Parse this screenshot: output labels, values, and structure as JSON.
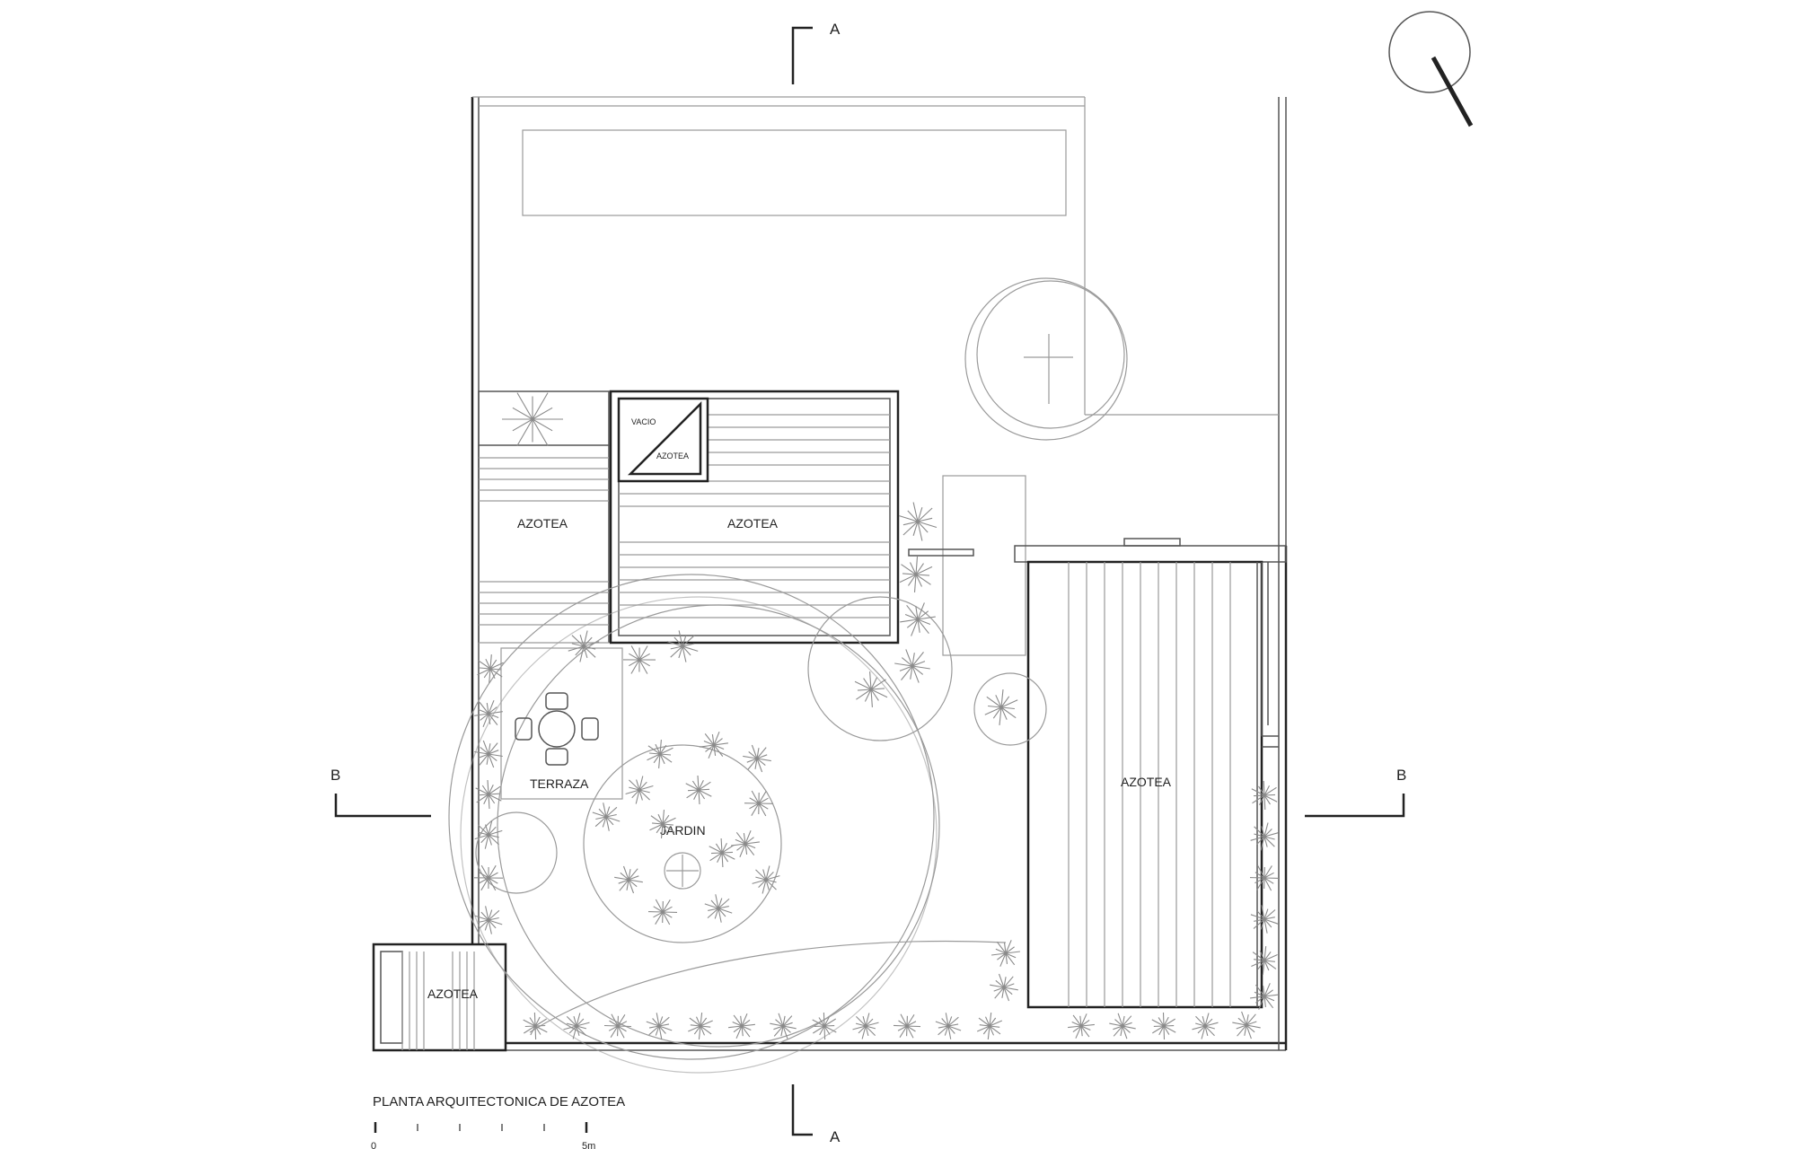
{
  "drawing": {
    "title": "PLANTA ARQUITECTONICA DE AZOTEA",
    "scale": {
      "start": "0",
      "end": "5m"
    }
  },
  "sections": {
    "a_top": "A",
    "a_bottom": "A",
    "b_left": "B",
    "b_right": "B"
  },
  "rooms": {
    "azotea_left": "AZOTEA",
    "azotea_center": "AZOTEA",
    "azotea_right": "AZOTEA",
    "azotea_bottom": "AZOTEA",
    "vacio": "VACIO",
    "azotea_small": "AZOTEA",
    "terraza": "TERRAZA",
    "jardin": "JARDIN"
  },
  "colors": {
    "line": "#222222",
    "light_line": "#9a9a9a",
    "plant": "#8a8a8a"
  },
  "icons": [
    "north-arrow-icon",
    "plant-symbol-icon",
    "table-chairs-icon"
  ]
}
